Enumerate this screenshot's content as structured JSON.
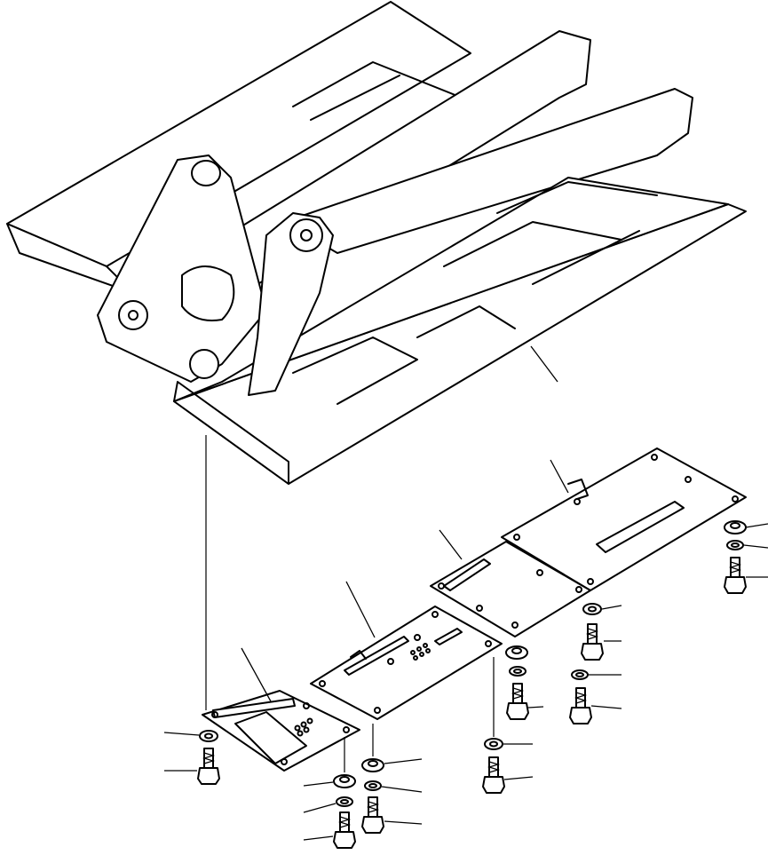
{
  "drawing": {
    "parts": [
      {
        "name": "main-frame"
      },
      {
        "name": "undercover-plate-front"
      },
      {
        "name": "undercover-plate-mid"
      },
      {
        "name": "undercover-plate-rear-front"
      },
      {
        "name": "undercover-plate-rear"
      },
      {
        "name": "bolt"
      },
      {
        "name": "washer"
      },
      {
        "name": "nut"
      }
    ]
  }
}
